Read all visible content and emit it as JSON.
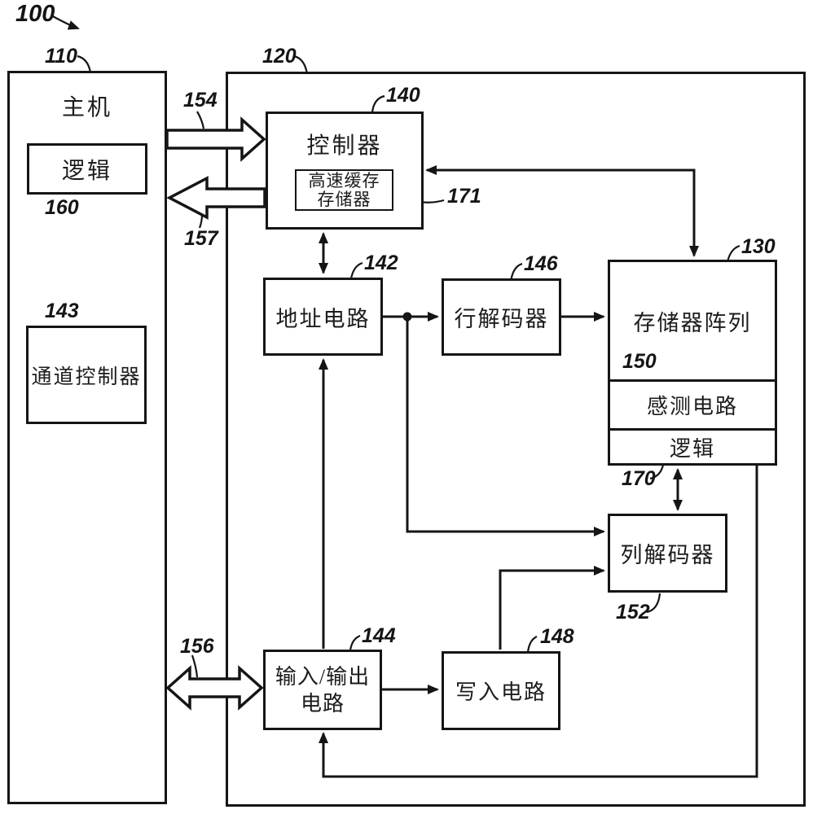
{
  "figure": {
    "ref": "100"
  },
  "host": {
    "ref": "110",
    "title": "主机",
    "logic": {
      "ref": "160",
      "label": "逻辑"
    },
    "channel_controller": {
      "ref": "143",
      "label": "通道控制器"
    }
  },
  "memory_device": {
    "ref": "120",
    "controller": {
      "ref": "140",
      "label": "控制器",
      "cache": {
        "ref": "171",
        "line1": "高速缓存",
        "line2": "存储器"
      }
    },
    "address_circuit": {
      "ref": "142",
      "label": "地址电路"
    },
    "row_decoder": {
      "ref": "146",
      "label": "行解码器"
    },
    "memory_array": {
      "ref": "130",
      "label": "存储器阵列",
      "sense_circuit": {
        "ref": "150",
        "label": "感测电路"
      },
      "logic": {
        "ref": "170",
        "label": "逻辑"
      }
    },
    "column_decoder": {
      "ref": "152",
      "label": "列解码器"
    },
    "io_circuit": {
      "ref": "144",
      "line1": "输入/输出",
      "line2": "电路"
    },
    "write_circuit": {
      "ref": "148",
      "label": "写入电路"
    }
  },
  "buses": {
    "host_to_controller": {
      "ref": "154"
    },
    "controller_to_host": {
      "ref": "157"
    },
    "host_io": {
      "ref": "156"
    }
  },
  "colors": {
    "line": "#151515",
    "background": "#ffffff"
  }
}
